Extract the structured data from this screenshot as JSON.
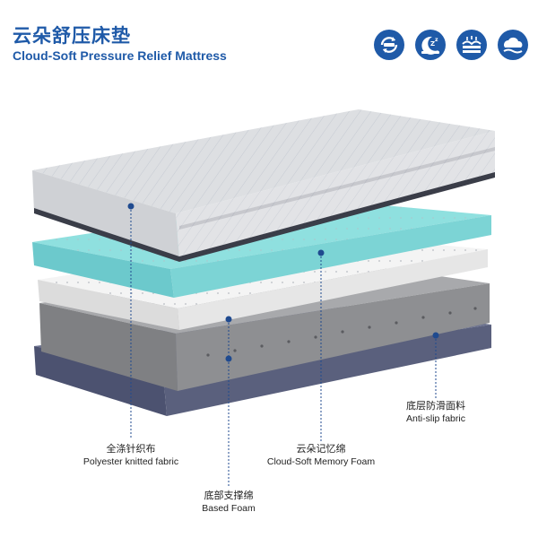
{
  "header": {
    "title_cn": "云朵舒压床垫",
    "title_en": "Cloud-Soft Pressure Relief Mattress"
  },
  "badges": [
    {
      "icon": "rotate-cycle-icon"
    },
    {
      "icon": "sleep-moon-zzz-icon"
    },
    {
      "icon": "comfort-layers-icon"
    },
    {
      "icon": "cloud-soft-icon"
    }
  ],
  "labels": {
    "polyester": {
      "cn": "全涤针织布",
      "en": "Polyester knitted fabric"
    },
    "memory_foam": {
      "cn": "云朵记忆绵",
      "en": "Cloud-Soft Memory Foam"
    },
    "anti_slip": {
      "cn": "底层防滑面料",
      "en": "Anti-slip fabric"
    },
    "based_foam": {
      "cn": "底部支撑绵",
      "en": "Based Foam"
    }
  },
  "colors": {
    "brand_blue": "#1f5aa8",
    "cover_gray": "#d9dadc",
    "cooling_teal": "#6fd6d6",
    "foam_white": "#efefef",
    "support_gray": "#8e8f92",
    "base_navy": "#555b74",
    "leader_line": "#1f4a8f"
  }
}
